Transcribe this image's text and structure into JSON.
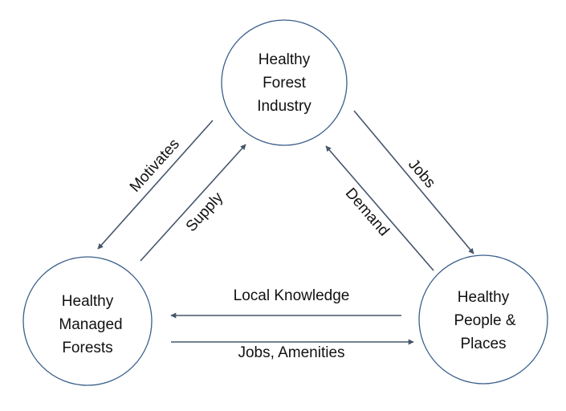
{
  "nodes": {
    "industry": {
      "lines": [
        "Healthy",
        "Forest",
        "Industry"
      ]
    },
    "forests": {
      "lines": [
        "Healthy",
        "Managed",
        "Forests"
      ]
    },
    "people": {
      "lines": [
        "Healthy",
        "People &",
        "Places"
      ]
    }
  },
  "edges": {
    "motivates": {
      "label": "Motivates",
      "from": "industry",
      "to": "forests"
    },
    "supply": {
      "label": "Supply",
      "from": "forests",
      "to": "industry"
    },
    "jobs": {
      "label": "Jobs",
      "from": "industry",
      "to": "people"
    },
    "demand": {
      "label": "Demand",
      "from": "people",
      "to": "industry"
    },
    "local_knowledge": {
      "label": "Local Knowledge",
      "from": "people",
      "to": "forests"
    },
    "jobs_amenities": {
      "label": "Jobs, Amenities",
      "from": "forests",
      "to": "people"
    }
  }
}
